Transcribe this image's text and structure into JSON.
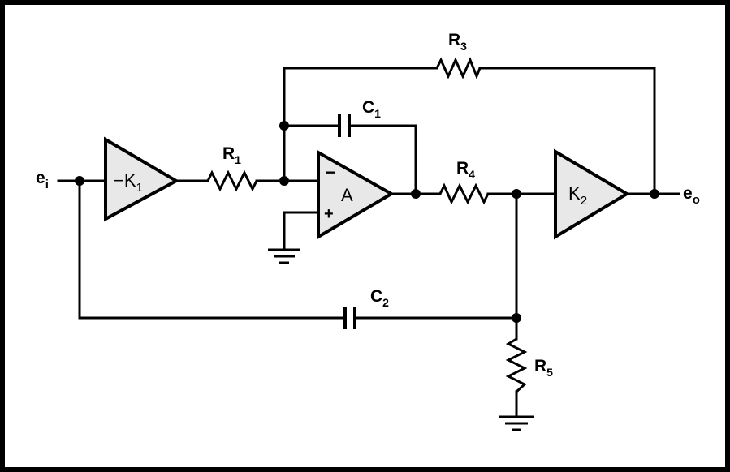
{
  "labels": {
    "input": "e",
    "input_sub": "i",
    "output": "e",
    "output_sub": "o",
    "r1": "R",
    "r1_sub": "1",
    "r3": "R",
    "r3_sub": "3",
    "r4": "R",
    "r4_sub": "4",
    "r5": "R",
    "r5_sub": "5",
    "c1": "C",
    "c1_sub": "1",
    "c2": "C",
    "c2_sub": "2"
  },
  "amplifiers": {
    "k1": "−K",
    "k1_sub": "1",
    "a": "A",
    "a_minus": "−",
    "a_plus": "+",
    "k2": "K",
    "k2_sub": "2"
  }
}
